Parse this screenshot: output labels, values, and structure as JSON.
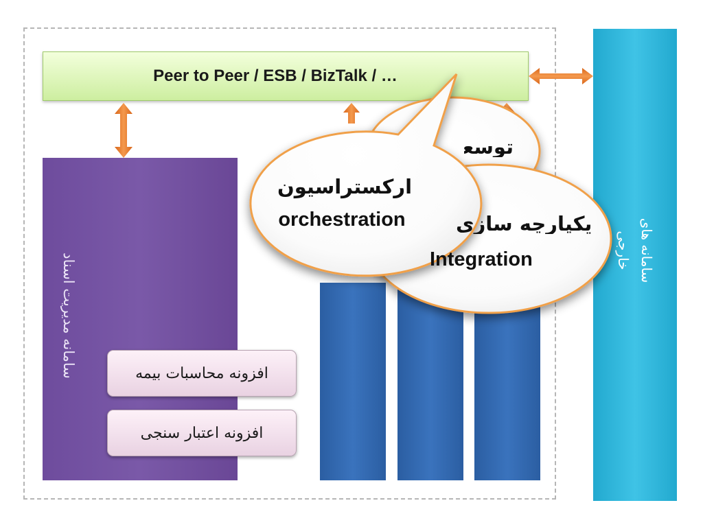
{
  "bus": {
    "label": "Peer to Peer / ESB / BizTalk / …"
  },
  "document_system": {
    "title": "سامانه مدیریت اسناد",
    "modules": [
      "افزونه محاسبات بیمه",
      "افزونه اعتبار سنجی"
    ]
  },
  "external_systems": {
    "title_line1": "سامانه های",
    "title_line2": "خارجی"
  },
  "callouts": {
    "orchestration": {
      "fa": "ارکستراسیون",
      "en": "orchestration"
    },
    "integration": {
      "fa": "یکپارچه سازی",
      "en": "Integration"
    },
    "back": {
      "fa": "توسعه"
    }
  },
  "colors": {
    "bus": "#cdeea0",
    "document_panel": "#7a59a8",
    "service_column": "#3a73bd",
    "external_panel": "#3fc3e6",
    "arrow": "#e8782a",
    "callout_border": "#f0a04a"
  }
}
